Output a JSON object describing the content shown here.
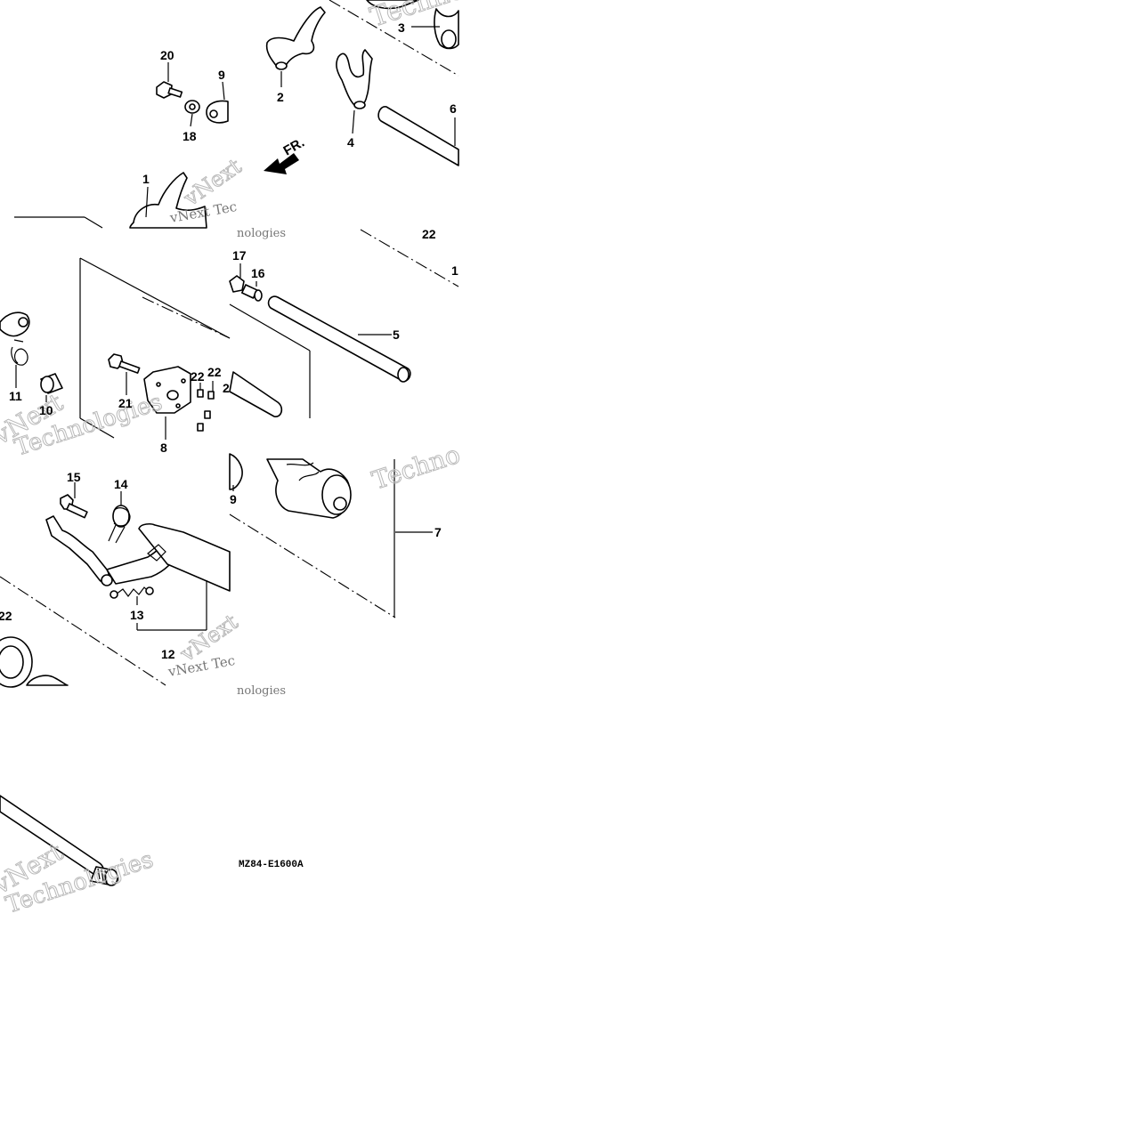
{
  "diagram_code": "MZ84-E1600A",
  "front_arrow": "FR.",
  "watermark_texts": [
    "vNext",
    "Technologies",
    "Techno",
    "Technologies",
    "vNext Tec",
    "nologies"
  ],
  "callouts": [
    {
      "id": "c-20",
      "text": "20"
    },
    {
      "id": "c-9a",
      "text": "9"
    },
    {
      "id": "c-18",
      "text": "18"
    },
    {
      "id": "c-2",
      "text": "2"
    },
    {
      "id": "c-3",
      "text": "3"
    },
    {
      "id": "c-4",
      "text": "4"
    },
    {
      "id": "c-6",
      "text": "6"
    },
    {
      "id": "c-1",
      "text": "1"
    },
    {
      "id": "c-22a",
      "text": "22"
    },
    {
      "id": "c-1b",
      "text": "1"
    },
    {
      "id": "c-17",
      "text": "17"
    },
    {
      "id": "c-16",
      "text": "16"
    },
    {
      "id": "c-5",
      "text": "5"
    },
    {
      "id": "c-11",
      "text": "11"
    },
    {
      "id": "c-10",
      "text": "10"
    },
    {
      "id": "c-21",
      "text": "21"
    },
    {
      "id": "c-22b",
      "text": "22"
    },
    {
      "id": "c-22c",
      "text": "22"
    },
    {
      "id": "c-2b",
      "text": "2"
    },
    {
      "id": "c-8",
      "text": "8"
    },
    {
      "id": "c-9b",
      "text": "9"
    },
    {
      "id": "c-15",
      "text": "15"
    },
    {
      "id": "c-14",
      "text": "14"
    },
    {
      "id": "c-7",
      "text": "7"
    },
    {
      "id": "c-13",
      "text": "13"
    },
    {
      "id": "c-12",
      "text": "12"
    },
    {
      "id": "c-22d",
      "text": "22"
    }
  ]
}
